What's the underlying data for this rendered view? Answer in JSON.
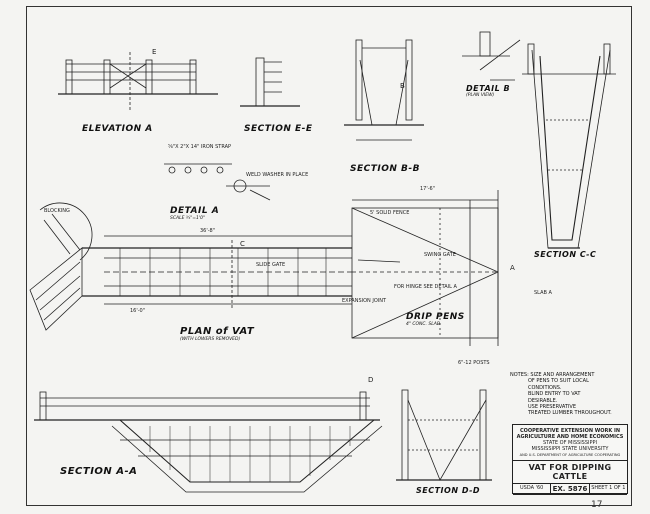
{
  "views": {
    "elevation_a": "ELEVATION A",
    "section_e_e": "SECTION E-E",
    "section_b_b": "SECTION B-B",
    "detail_b": "DETAIL B",
    "detail_b_sub": "(PLAN VIEW)",
    "detail_a": "DETAIL A",
    "plan_of_vat": "PLAN of VAT",
    "plan_sub": "(WITH LOWERS REMOVED)",
    "section_c_c": "SECTION C-C",
    "section_a_a": "SECTION A-A",
    "section_d_d": "SECTION D-D",
    "drip_pens": "DRIP PENS",
    "drip_pens_sub": "4\" CONC. SLAB",
    "scale": "SCALE ¾\"=1'0\""
  },
  "annotations": {
    "solid_fence": "5' SOLID FENCE",
    "swing_gate": "SWING GATE",
    "see_detail_a": "FOR HINGE SEE DETAIL A",
    "expansion_joint": "EXPANSION JOINT",
    "posts": "6\"-12 POSTS",
    "blocking": "BLOCKING",
    "weld_washer": "WELD WASHER IN PLACE",
    "strap": "⅝\"x 2\"x 14\" IRON STRAP",
    "dim_17_6": "17'-6\"",
    "dim_36_8": "36'-8\"",
    "dim_16_0": "16'-0\"",
    "slide_gate": "SLIDE GATE",
    "section_e_letter": "E",
    "b_letter": "B",
    "c_letter": "C",
    "d_letter": "D",
    "a_letter": "A",
    "slab_a": "SLAB A"
  },
  "notes": [
    "NOTES: SIZE AND ARRANGEMENT",
    "OF PENS TO SUIT LOCAL",
    "CONDITIONS.",
    "BLIND ENTRY TO VAT",
    "DESIRABLE.",
    "USE PRESERVATIVE",
    "TREATED LUMBER THROUGHOUT."
  ],
  "title_block": {
    "header": "COOPERATIVE EXTENSION WORK IN",
    "line1": "AGRICULTURE AND HOME ECONOMICS",
    "line2": "STATE OF MISSISSIPPI",
    "line3": "MISSISSIPPI STATE UNIVERSITY",
    "line4": "AND U.S. DEPARTMENT OF AGRICULTURE COOPERATING",
    "title": "VAT FOR DIPPING CATTLE",
    "usda": "USDA '60",
    "ex": "EX. 5876",
    "sheet": "SHEET 1 OF 1"
  },
  "page_number": "17"
}
